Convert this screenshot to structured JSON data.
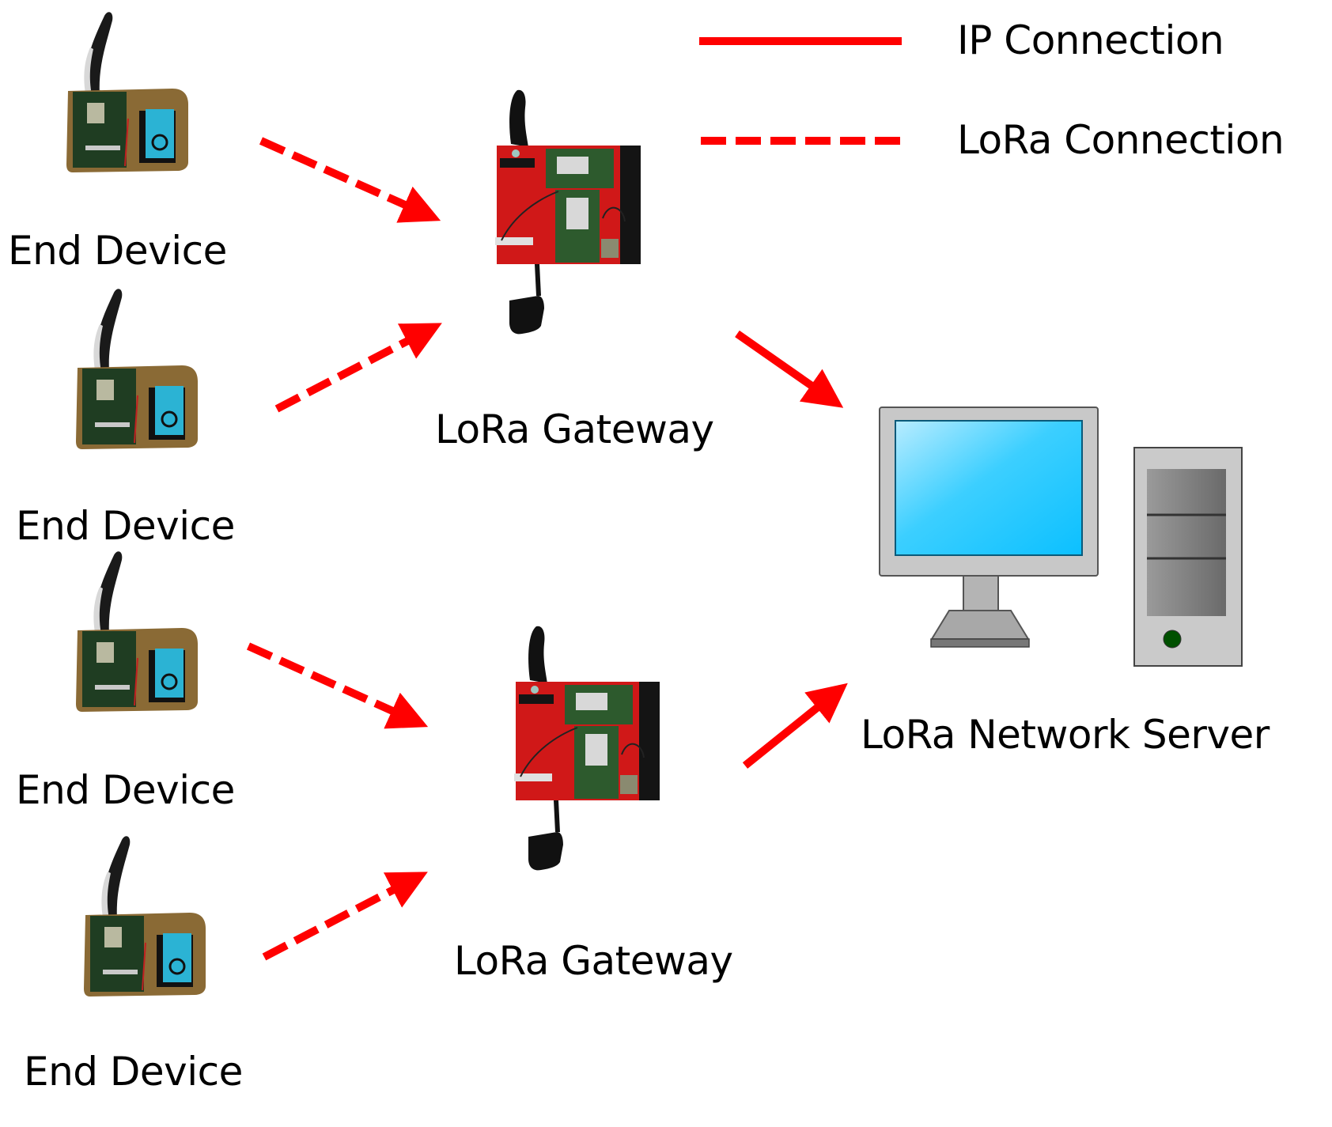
{
  "diagram": {
    "title": "LoRa network architecture",
    "legend": [
      {
        "label": "IP Connection",
        "style": "solid",
        "color": "#ff0000"
      },
      {
        "label": "LoRa Connection",
        "style": "dashed",
        "color": "#ff0000"
      }
    ],
    "nodes": {
      "end_devices": [
        {
          "id": "ed1",
          "label": "End Device"
        },
        {
          "id": "ed2",
          "label": "End Device"
        },
        {
          "id": "ed3",
          "label": "End Device"
        },
        {
          "id": "ed4",
          "label": "End Device"
        }
      ],
      "gateways": [
        {
          "id": "gw1",
          "label": "LoRa Gateway"
        },
        {
          "id": "gw2",
          "label": "LoRa Gateway"
        }
      ],
      "server": {
        "id": "ns",
        "label": "LoRa Network Server"
      }
    },
    "edges": [
      {
        "from": "ed1",
        "to": "gw1",
        "type": "LoRa Connection"
      },
      {
        "from": "ed2",
        "to": "gw1",
        "type": "LoRa Connection"
      },
      {
        "from": "ed3",
        "to": "gw2",
        "type": "LoRa Connection"
      },
      {
        "from": "ed4",
        "to": "gw2",
        "type": "LoRa Connection"
      },
      {
        "from": "gw1",
        "to": "ns",
        "type": "IP Connection"
      },
      {
        "from": "gw2",
        "to": "ns",
        "type": "IP Connection"
      }
    ],
    "colors": {
      "connection": "#ff0000",
      "screen": "#12c4ff",
      "gateway_board": "#d01818",
      "sensor": "#2bb3d4",
      "power_led": "#005000"
    }
  }
}
